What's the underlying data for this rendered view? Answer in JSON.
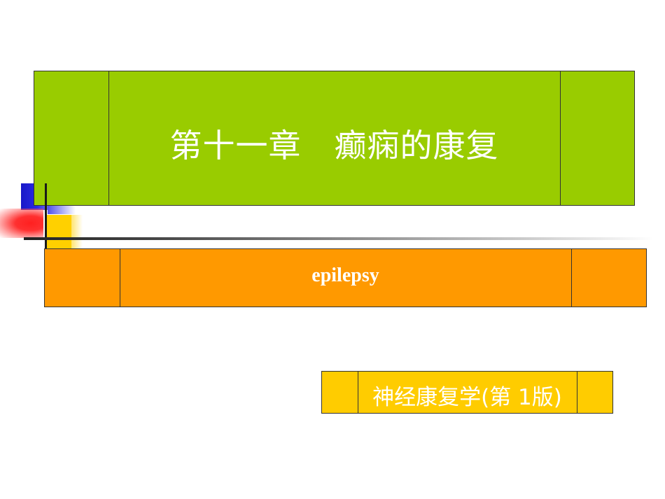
{
  "slide": {
    "title": "第十一章　癫痫的康复",
    "subtitle": "epilepsy",
    "book": "神经康复学(第 1版)"
  },
  "colors": {
    "title_bg": "#99cc00",
    "subtitle_bg": "#ff9900",
    "book_bg": "#ffcc00",
    "text": "#ffffff",
    "accent_blue": "#2a2ae0",
    "accent_red": "#ff2020",
    "accent_yellow": "#ffd000"
  }
}
